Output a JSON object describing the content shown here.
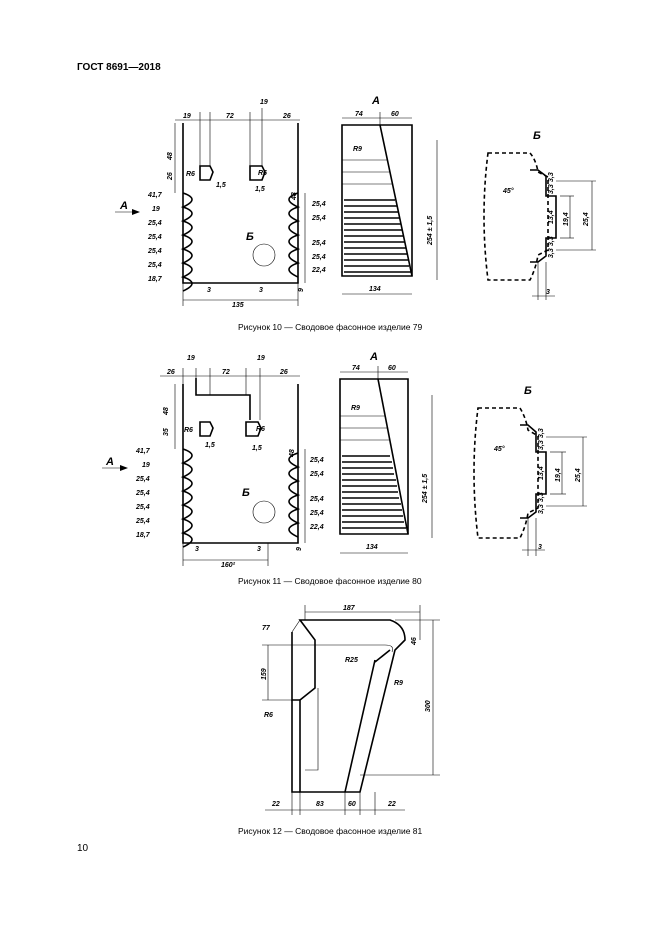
{
  "header": {
    "standard": "ГОСТ 8691—2018"
  },
  "page_number": "10",
  "figures": [
    {
      "caption": "Рисунок 10 — Сводовое фасонное изделие 79",
      "view_a_label": "А",
      "view_b_label": "Б",
      "arrow_label": "А",
      "b_marker_label": "Б",
      "dims_top": [
        "19",
        "72",
        "19",
        "26"
      ],
      "dims_left_vertical": [
        "48",
        "26"
      ],
      "radius_left": "R6",
      "radius_right": "R6",
      "dim_notch_left": "1,5",
      "dim_notch_right": "1,5",
      "dim_right_48": "48",
      "left_stack": [
        "41,7",
        "19",
        "25,4",
        "25,4",
        "25,4",
        "25,4",
        "18,7"
      ],
      "right_stack": [
        "25,4",
        "25,4",
        "25,4",
        "25,4",
        "22,4"
      ],
      "dims_bottom": [
        "3",
        "3",
        "9"
      ],
      "dim_width": "135",
      "view_a_top": [
        "74",
        "60"
      ],
      "view_a_radius": "R9",
      "view_a_height": "254 ± 1,5",
      "view_a_bottom": "134",
      "detail_angle": "45°",
      "detail_dims": [
        "3,3",
        "3,3",
        "13,4",
        "3,3",
        "3,3",
        "19,4",
        "25,4"
      ],
      "detail_bottom": "3"
    },
    {
      "caption": "Рисунок 11 — Сводовое фасонное изделие 80",
      "view_a_label": "А",
      "view_b_label": "Б",
      "arrow_label": "А",
      "b_marker_label": "Б",
      "dims_top": [
        "26",
        "19",
        "72",
        "19",
        "26"
      ],
      "dims_left_vertical": [
        "48",
        "35"
      ],
      "radius_left": "R6",
      "radius_right": "R6",
      "dim_notch_left": "1,5",
      "dim_notch_right": "1,5",
      "dim_right_48": "48",
      "left_stack": [
        "41,7",
        "19",
        "25,4",
        "25,4",
        "25,4",
        "25,4",
        "18,7"
      ],
      "right_stack": [
        "25,4",
        "25,4",
        "25,4",
        "25,4",
        "22,4"
      ],
      "dims_bottom": [
        "3",
        "3",
        "9"
      ],
      "dim_width": "160²",
      "view_a_top": [
        "74",
        "60"
      ],
      "view_a_radius": "R9",
      "view_a_height": "254 ± 1,5",
      "view_a_bottom": "134",
      "detail_angle": "45°",
      "detail_dims": [
        "3,3",
        "3,3",
        "13,4",
        "3,3",
        "3,3",
        "19,4",
        "25,4"
      ],
      "detail_bottom": "3"
    },
    {
      "caption": "Рисунок 12 — Сводовое фасонное изделие 81",
      "dim_top": "187",
      "dim_77": "77",
      "dim_46": "46",
      "dim_159": "159",
      "radius_r25": "R25",
      "radius_r9": "R9",
      "radius_r6": "R6",
      "dim_height": "300",
      "dims_bottom": [
        "22",
        "83",
        "60",
        "22"
      ]
    }
  ]
}
